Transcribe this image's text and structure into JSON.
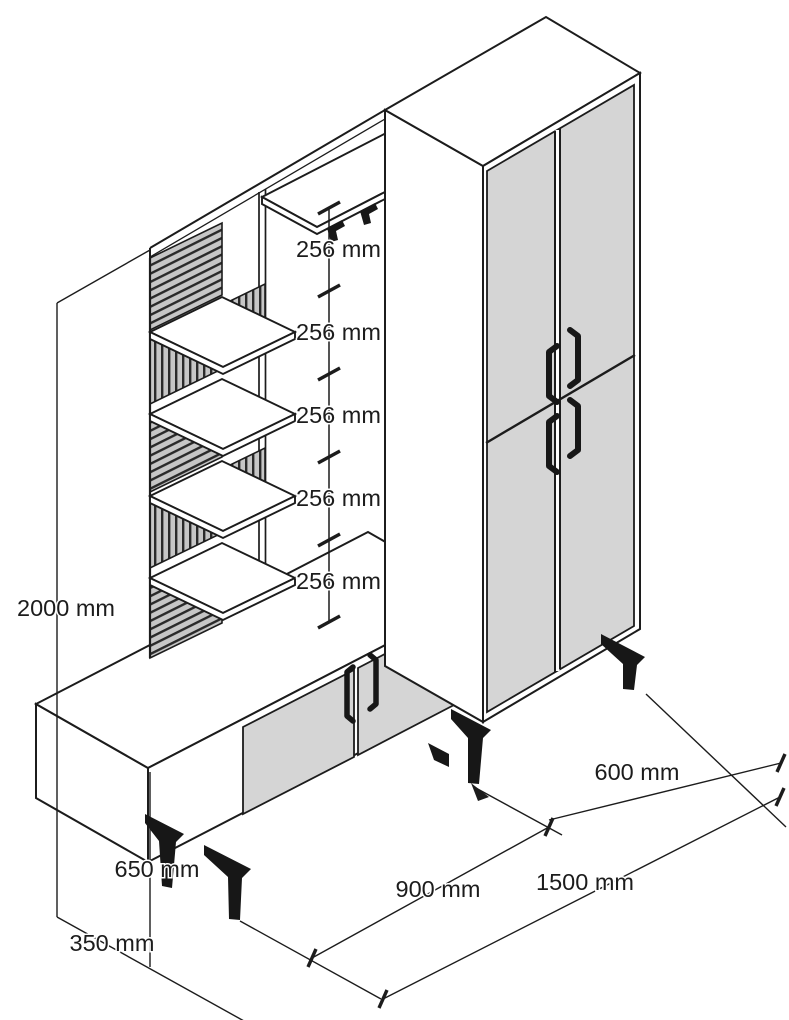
{
  "drawing": {
    "type": "isometric furniture dimension drawing",
    "product": "hallway unit with slatted shelf column, coat section and door cabinets",
    "labels": {
      "overall_height": "2000 mm",
      "lower_cabinet_height": "650 mm",
      "depth": "350 mm",
      "left_unit_width": "900 mm",
      "overall_width": "1500 mm",
      "right_cabinet_width": "600 mm",
      "shelf_gaps": [
        "256 mm",
        "256 mm",
        "256 mm",
        "256 mm",
        "256 mm"
      ]
    },
    "colors": {
      "line": "#1c1c1c",
      "door": "#d5d5d5",
      "slat_light": "#c6c6c6",
      "slat_dark": "#2a2a2a",
      "hardware": "#171717",
      "background": "#ffffff"
    }
  }
}
